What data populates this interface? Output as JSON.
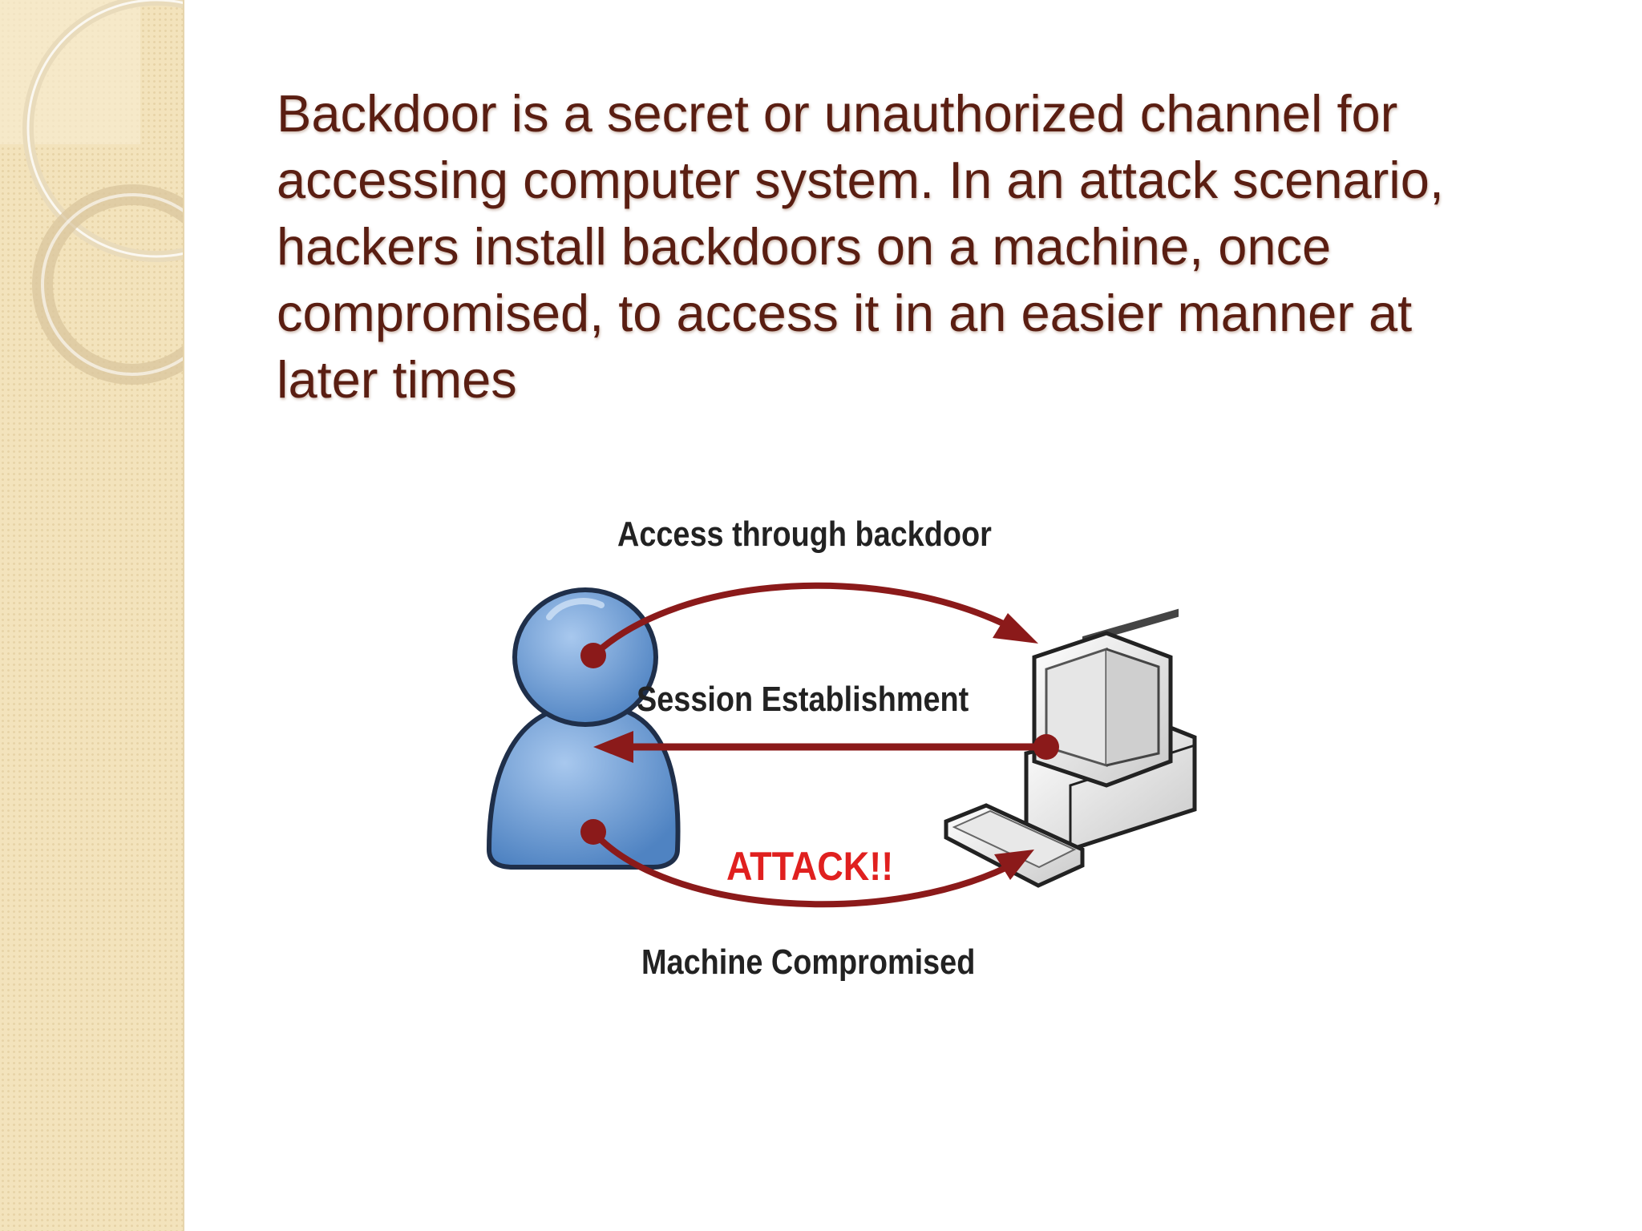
{
  "slide": {
    "body_text": "Backdoor is a secret or unauthorized channel for accessing computer system. In an attack scenario, hackers install backdoors on a machine, once compromised, to access it in an easier manner at later times"
  },
  "diagram": {
    "label_top": "Access through backdoor",
    "label_middle": "Session Establishment",
    "label_attack": "ATTACK!!",
    "label_bottom": "Machine Compromised",
    "icons": [
      "user-icon",
      "computer-icon"
    ],
    "colors": {
      "text": "#5a1e12",
      "arrow": "#8b1a1a",
      "user": "#6f9fd8",
      "attack_label": "#e0201f",
      "side_band": "#f3e3bc"
    }
  }
}
